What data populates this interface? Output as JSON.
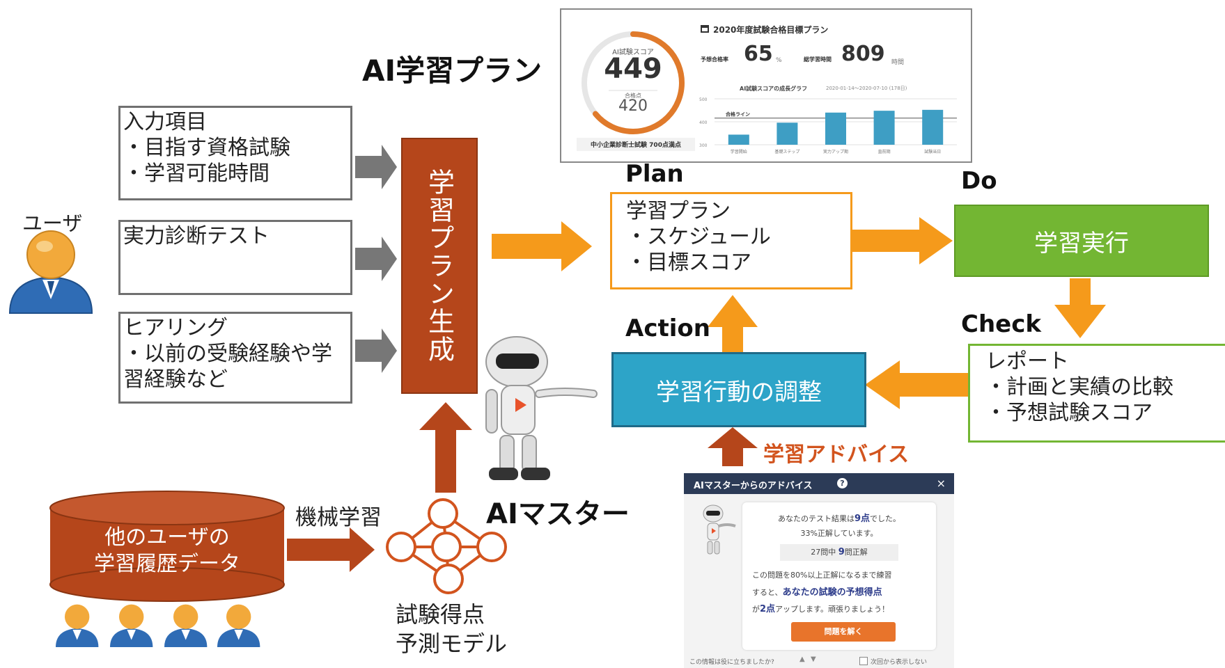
{
  "ai_plan": {
    "title": "AI学習プラン",
    "screenshot": {
      "gauge_label": "AI試験スコア",
      "gauge_score": "449",
      "pass_label": "合格点",
      "pass_score": "420",
      "exam_caption": "中小企業診断士試験 700点満点",
      "plan_title": "2020年度試験合格目標プラン",
      "rate_label": "予想合格率",
      "rate_value": "65",
      "rate_unit": "%",
      "hours_label": "総学習時間",
      "hours_value": "809",
      "hours_unit": "時間",
      "graph_title": "AI試験スコアの成長グラフ",
      "graph_range": "2020-01-14〜2020-07-10 (178日)",
      "line_label": "合格ライン",
      "yticks": [
        "500",
        "400",
        "300"
      ],
      "bar_labels": [
        "学習開始",
        "基礎ステップ",
        "実力アップ期",
        "直前期",
        "試験当日"
      ],
      "bar_levels": [
        0.22,
        0.48,
        0.7,
        0.74,
        0.76
      ],
      "gauge_fraction": 0.64
    }
  },
  "user_label": "ユーザ",
  "inputs": [
    {
      "text": "入力項目\n・目指す資格試験\n・学習可能時間"
    },
    {
      "text": "実力診断テスト"
    },
    {
      "text": "ヒアリング\n・以前の受験経験や学\n習経験など"
    }
  ],
  "generator": {
    "text": "学習プラン生成"
  },
  "plan": {
    "heading": "Plan",
    "text": "学習プラン\n・スケジュール\n・目標スコア"
  },
  "do": {
    "heading": "Do",
    "text": "学習実行"
  },
  "check": {
    "heading": "Check",
    "text": "レポート\n・計画と実績の比較\n・予想試験スコア"
  },
  "action": {
    "heading": "Action",
    "text": "学習行動の調整"
  },
  "advice_label": "学習アドバイス",
  "ai_master": "AIマスター",
  "machine_learning": "機械学習",
  "database": {
    "text": "他のユーザの\n学習履歴データ"
  },
  "model": {
    "text": "試験得点\n予測モデル"
  },
  "advice_panel": {
    "title": "AIマスターからのアドバイス",
    "help_icon": "?",
    "close": "×",
    "line1_pre": "あなたのテスト結果は",
    "line1_num": "9点",
    "line1_post": "でした。",
    "line2": "33%正解しています。",
    "chip_pre": "27問中 ",
    "chip_num": "9",
    "chip_post": "問正解",
    "para1": "この問題を80%以上正解になるまで練習",
    "para2_pre": "すると、",
    "para2_strong": "あなたの試験の予想得点",
    "para3_pre": "が",
    "para3_strong": "2点",
    "para3_post": "アップします。頑張りましょう！",
    "button": "問題を解く",
    "footer_q": "この情報は役に立ちましたか?",
    "footer_opt": "次回から表示しない"
  },
  "colors": {
    "orange": "#F59A1B",
    "rust": "#B5461B",
    "green": "#73B633",
    "blue": "#2DA4C8",
    "gray_arrow": "#777777",
    "gauge": "#E07A2B"
  }
}
